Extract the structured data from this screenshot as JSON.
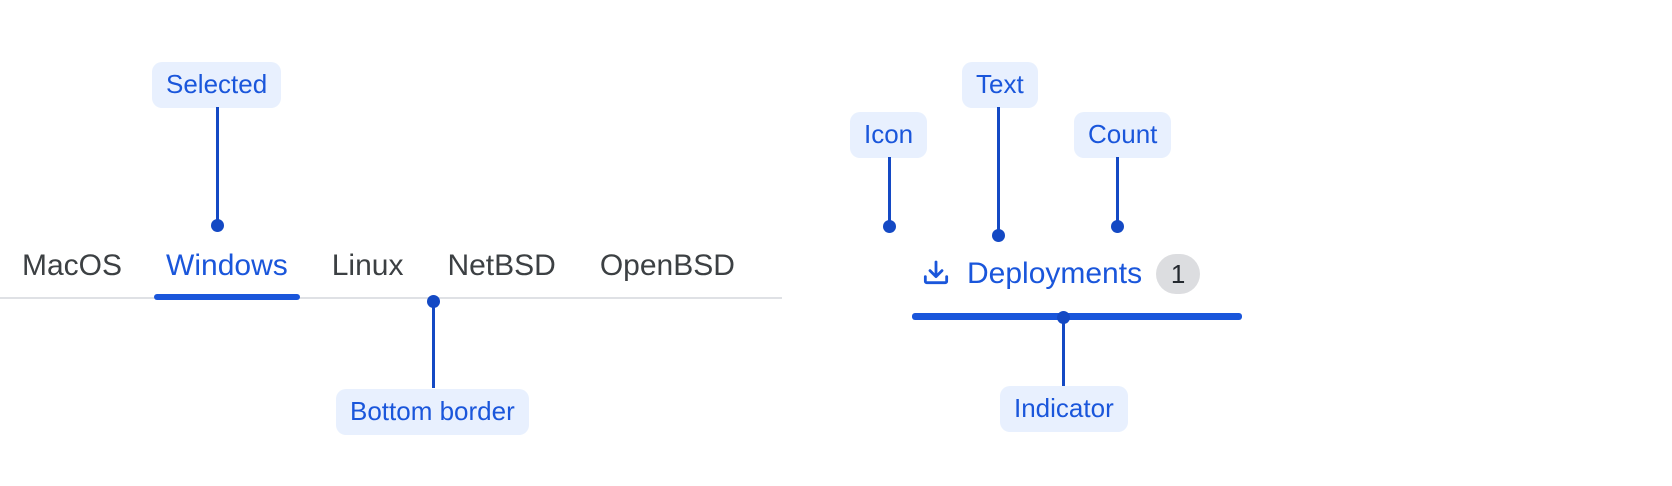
{
  "os_tabs": {
    "name": "operating-system-tabs",
    "items": [
      {
        "label": "MacOS",
        "selected": false
      },
      {
        "label": "Windows",
        "selected": true
      },
      {
        "label": "Linux",
        "selected": false
      },
      {
        "label": "NetBSD",
        "selected": false
      },
      {
        "label": "OpenBSD",
        "selected": false
      }
    ]
  },
  "deployments_tab": {
    "icon": "download-icon",
    "label": "Deployments",
    "count": "1",
    "selected": true
  },
  "annotations": [
    {
      "id": "selected",
      "label": "Selected"
    },
    {
      "id": "bottom-border",
      "label": "Bottom border"
    },
    {
      "id": "icon",
      "label": "Icon"
    },
    {
      "id": "text",
      "label": "Text"
    },
    {
      "id": "count",
      "label": "Count"
    },
    {
      "id": "indicator",
      "label": "Indicator"
    }
  ],
  "colors": {
    "accent_blue": "#1a56db",
    "connector_blue": "#1449c4",
    "callout_bg": "#e8f0fe",
    "tab_text": "#3c4043",
    "tab_border": "#dfe1e5",
    "count_bg": "#dcdde0",
    "count_text": "#24292f",
    "page_bg": "#ffffff"
  }
}
